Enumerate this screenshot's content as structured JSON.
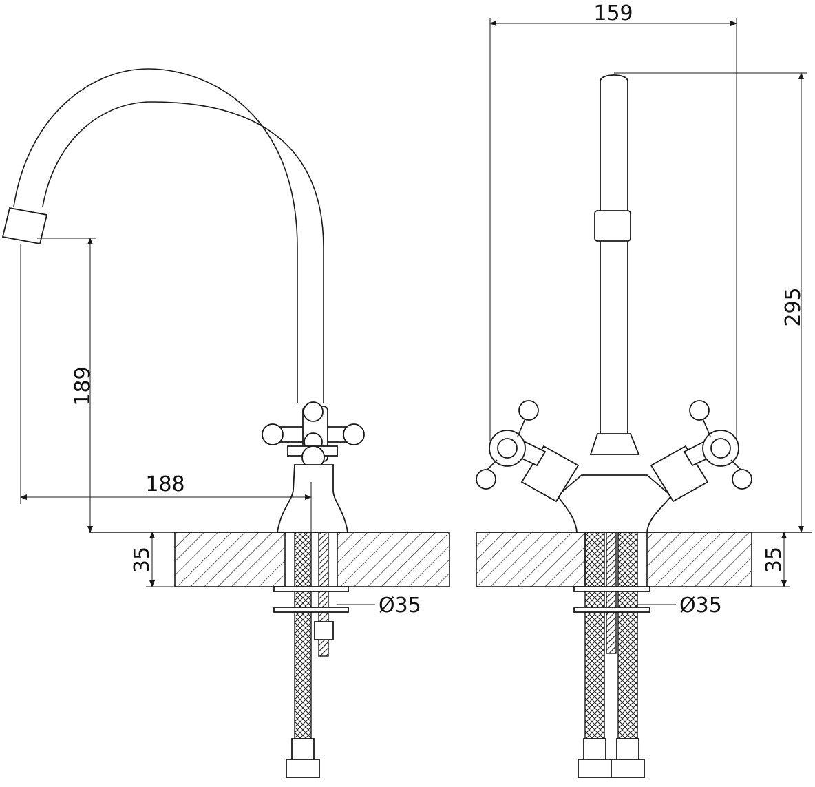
{
  "dimensions": {
    "spout_reach": "188",
    "spout_height": "189",
    "counter_thickness_left": "35",
    "hole_diameter_left": "Ø35",
    "overall_width": "159",
    "overall_height": "295",
    "counter_thickness_right": "35",
    "hole_diameter_right": "Ø35"
  },
  "colors": {
    "line": "#1a1a1a",
    "background": "#ffffff"
  }
}
